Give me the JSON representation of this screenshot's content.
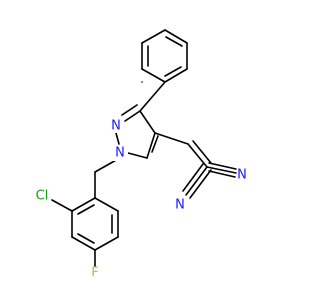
{
  "molecule": {
    "atoms": {
      "pyrazole_n2": {
        "symbol": "N",
        "color": "#1a1aff"
      },
      "pyrazole_n1": {
        "symbol": "N",
        "color": "#1a1aff"
      },
      "chlorine": {
        "symbol": "Cl",
        "color": "#1aa01a"
      },
      "fluorine": {
        "symbol": "F",
        "color": "#8fd14f"
      },
      "nitrile_n_right": {
        "symbol": "N",
        "color": "#1a1aff"
      },
      "nitrile_n_left": {
        "symbol": "N",
        "color": "#1a1aff"
      }
    },
    "bond_color": "#000000",
    "background": "#ffffff"
  }
}
